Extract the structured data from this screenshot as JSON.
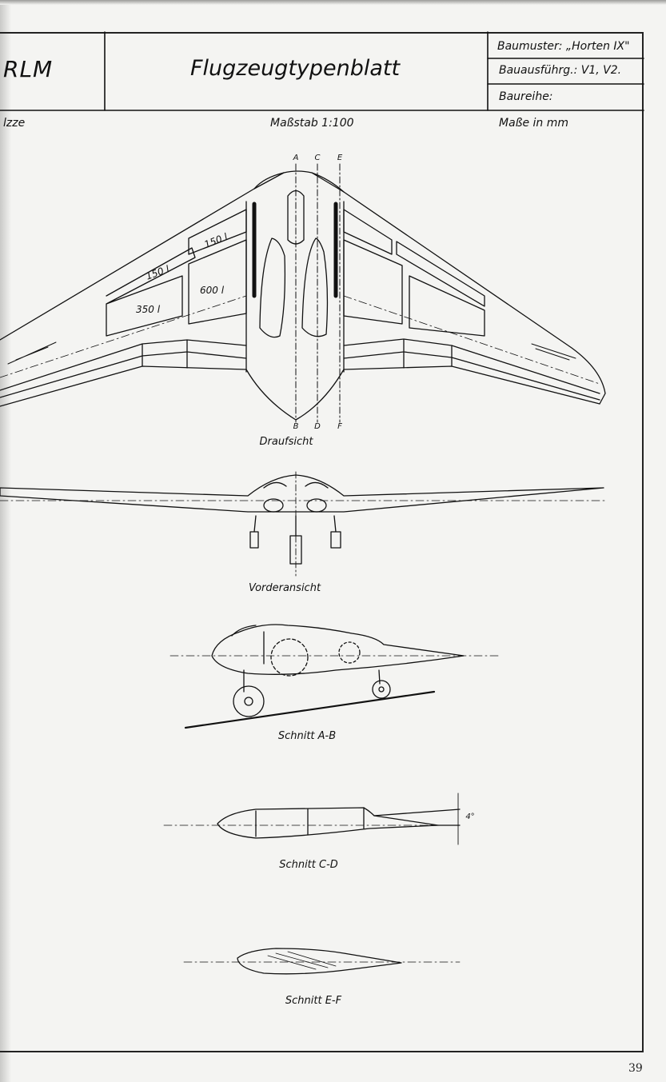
{
  "header": {
    "org": "RLM",
    "title": "Flugzeugtypenblatt",
    "baumuster": "Baumuster: „Horten IX\"",
    "bauausfuehrung": "Bauausführg.: V1, V2.",
    "baureihe": "Baureihe:"
  },
  "subheader": {
    "left": "lzze",
    "scale": "Maßstab 1:100",
    "units": "Maße in mm"
  },
  "tank_labels": {
    "left_outer_top": "150 l",
    "left_outer_bottom": "350 l",
    "left_inner_top": "150 l",
    "left_inner_bottom": "600 l"
  },
  "section_markers": [
    "A",
    "C",
    "E",
    "B",
    "D",
    "F"
  ],
  "angle_label": "4°",
  "views": {
    "plan": "Draufsicht",
    "front": "Vorderansicht",
    "section_ab": "Schnitt A-B",
    "section_cd": "Schnitt C-D",
    "section_ef": "Schnitt E-F"
  },
  "page_number": "39",
  "colors": {
    "ink": "#111111",
    "paper": "#f4f4f2"
  }
}
